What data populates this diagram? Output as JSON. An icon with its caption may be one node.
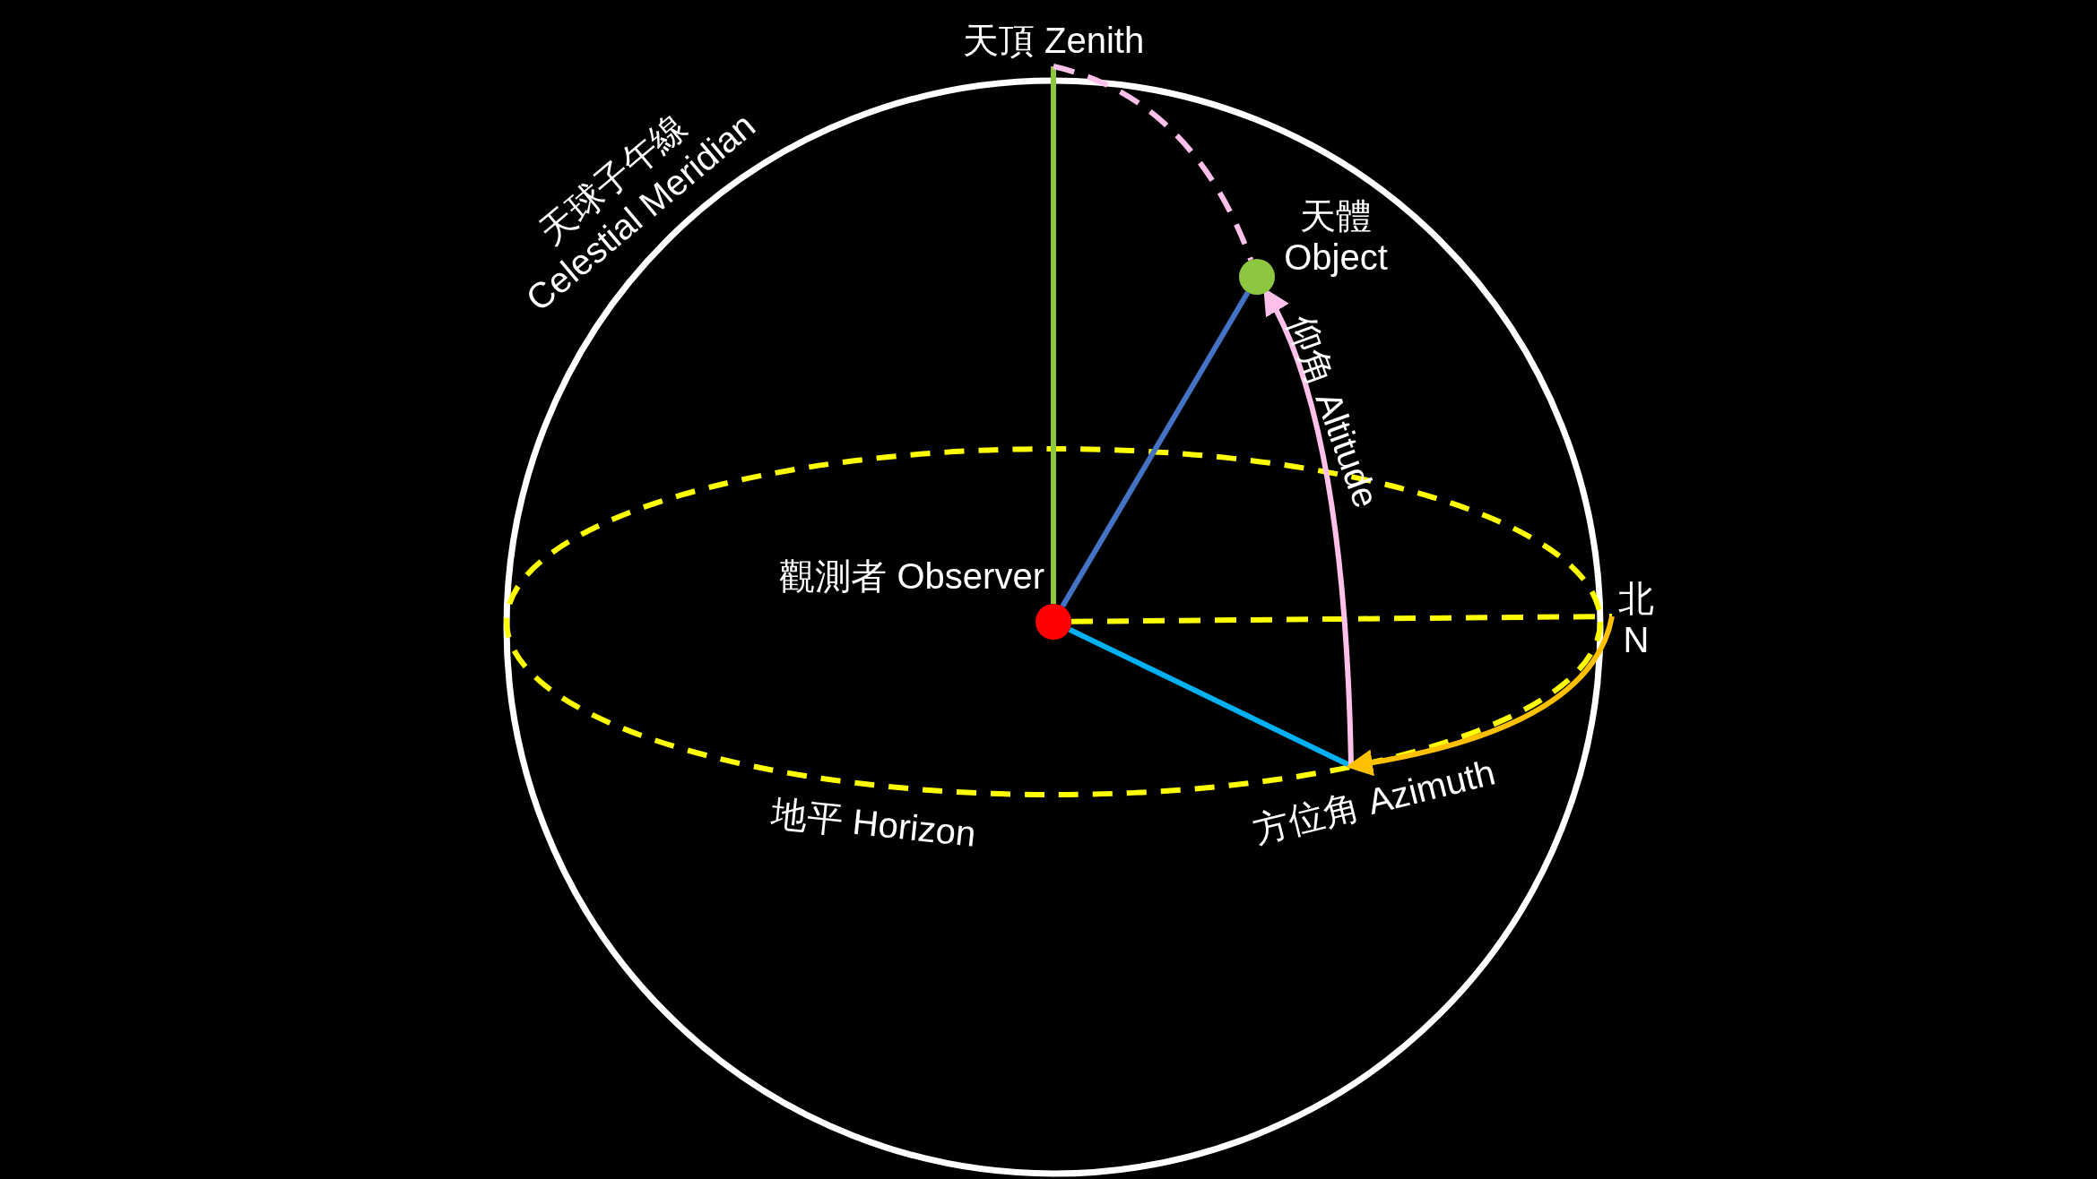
{
  "diagram": {
    "nodes": [
      {
        "text": [
          "天頂 Zenith"
        ]
      },
      {
        "text": [],
        "shape": "circle",
        "beside": [
          "天體 Object"
        ]
      },
      {
        "text": [],
        "shape": "circle",
        "beside": [
          "觀測者 Observer"
        ]
      },
      {
        "text": [
          "北 N"
        ]
      }
    ],
    "edges": [
      {
        "from": 2,
        "to": 0,
        "arrow": "none",
        "color": "#8dc63f"
      },
      {
        "from": 2,
        "to": 1,
        "arrow": "none",
        "color": "#4472c4"
      },
      {
        "from": 2,
        "to": 3,
        "arrow": "none",
        "style": "dashed",
        "color": "#ffff00"
      },
      {
        "from": 2,
        "to": null,
        "arrow": "none",
        "color": "#00b0f0"
      },
      {
        "from": null,
        "to": 1,
        "arrow": "to",
        "label": "仰角 Altitude",
        "color": "#ffc0ea"
      },
      {
        "from": 3,
        "to": null,
        "arrow": "to",
        "label": "方位角 Azimuth",
        "color": "#ffc000"
      },
      {
        "from": 0,
        "to": 1,
        "arrow": "none",
        "style": "dashed",
        "color": "#ffc0ea"
      }
    ],
    "labels": [
      "天球子午線",
      "Celestial Meridian",
      "地平 Horizon"
    ]
  }
}
